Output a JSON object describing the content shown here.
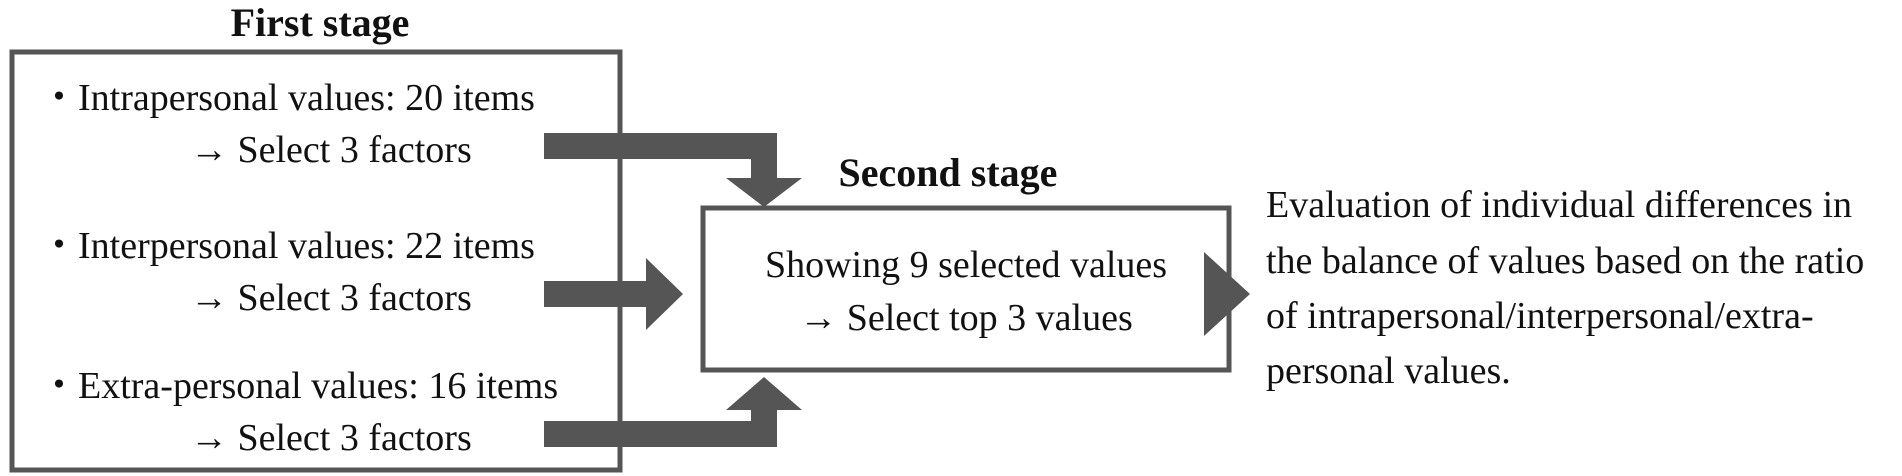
{
  "first_stage": {
    "title": "First stage",
    "items": [
      {
        "label": "・Intrapersonal values: 20 items",
        "action": "→ Select 3 factors"
      },
      {
        "label": "・Interpersonal values: 22 items",
        "action": "→ Select 3 factors"
      },
      {
        "label": "・Extra-personal values: 16 items",
        "action": "→ Select 3 factors"
      }
    ]
  },
  "second_stage": {
    "title": "Second stage",
    "line1": "Showing 9 selected values",
    "line2": "→ Select top 3 values"
  },
  "result": {
    "lines": [
      "Evaluation of individual differences in",
      "the balance of values based on the ratio",
      "of intrapersonal/interpersonal/extra-",
      "personal values."
    ]
  },
  "colors": {
    "box_border": "#555555",
    "arrow": "#555555",
    "text": "#111111",
    "background": "#ffffff"
  }
}
